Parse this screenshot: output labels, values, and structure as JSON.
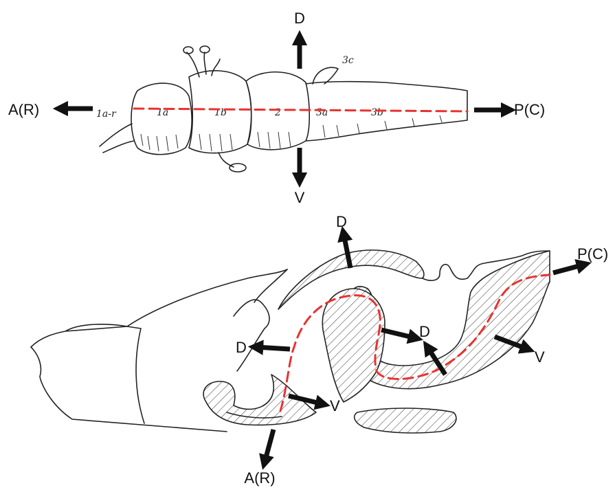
{
  "top_view": {
    "labels": {
      "dorsal": "D",
      "ventral": "V",
      "anterior": "A(R)",
      "posterior": "P(C)"
    },
    "segments": [
      "1a-r",
      "1a",
      "1b",
      "2",
      "3a",
      "3b",
      "3c"
    ]
  },
  "bottom_view": {
    "labels": {
      "dorsal_top": "D",
      "dorsal_left": "D",
      "dorsal_inner": "D",
      "ventral_left": "V",
      "ventral_right": "V",
      "anterior": "A(R)",
      "posterior": "P(C)"
    }
  },
  "colors": {
    "axis_line": "#e8322f",
    "arrow": "#111111",
    "outline": "#222222"
  }
}
